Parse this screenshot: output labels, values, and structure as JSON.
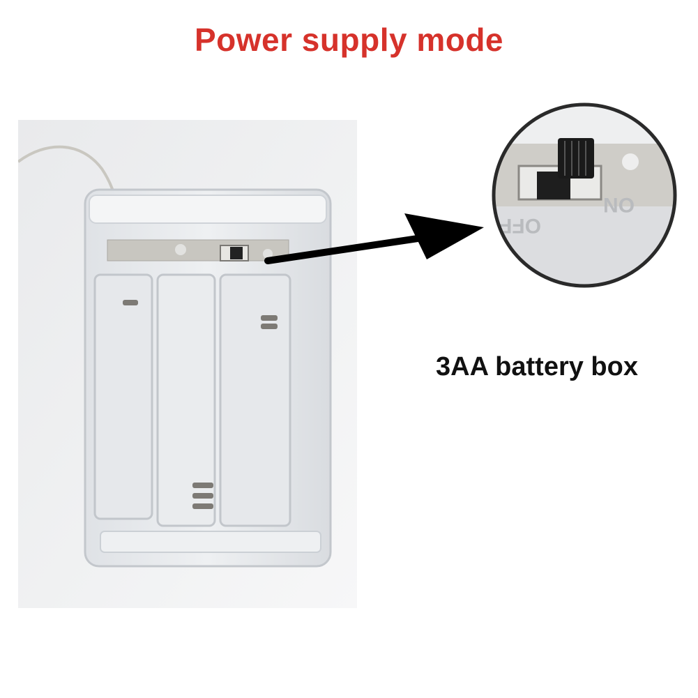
{
  "title": "Power supply mode",
  "caption": "3AA battery box",
  "images": {
    "battery_box_photo": "clear 3xAA battery holder with wire and slide switch",
    "switch_closeup": "circular zoom of slide switch with OFF / ON marking"
  },
  "switch_labels": {
    "off": "OFF",
    "on": "ON"
  },
  "colors": {
    "title": "#d6322b",
    "caption": "#111111",
    "arrow": "#000000"
  },
  "icons": {
    "arrow": "arrow-right-icon"
  }
}
